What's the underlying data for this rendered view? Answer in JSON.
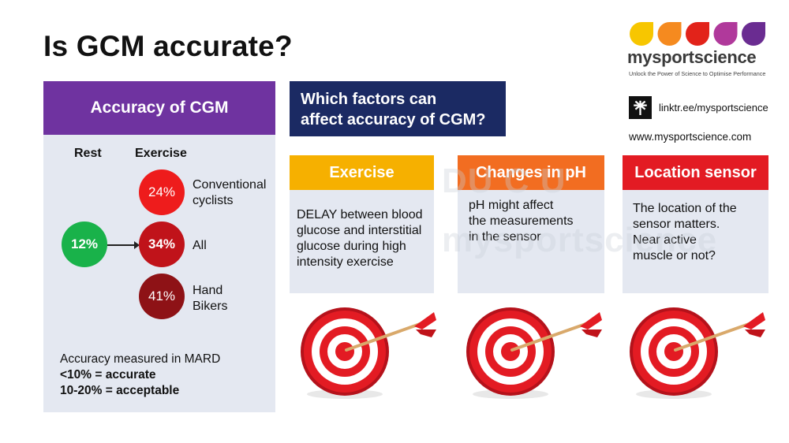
{
  "title": "Is GCM accurate?",
  "left_panel": {
    "header": "Accuracy of CGM",
    "col_rest": "Rest",
    "col_exercise": "Exercise",
    "rest_value": "12%",
    "groups": [
      {
        "value": "24%",
        "label_line1": "Conventional",
        "label_line2": "cyclists",
        "color": "#ee1c1c"
      },
      {
        "value": "34%",
        "label_line1": "All",
        "label_line2": "",
        "color": "#c0131a"
      },
      {
        "value": "41%",
        "label_line1": "Hand",
        "label_line2": "Bikers",
        "color": "#8e1216"
      }
    ],
    "rest_color": "#19b24a",
    "note_line1": "Accuracy measured in MARD",
    "note_line2": "<10% = accurate",
    "note_line3": "10-20% = acceptable"
  },
  "question": {
    "line1": "Which factors can",
    "line2": "affect accuracy of CGM?"
  },
  "factors": [
    {
      "title": "Exercise",
      "color": "#f6b000",
      "lines": [
        "DELAY between blood",
        "glucose and interstitial",
        "glucose during high",
        "intensity exercise"
      ]
    },
    {
      "title": "Changes in pH",
      "color": "#f26d21",
      "lines": [
        "pH might affect",
        "the measurements",
        "in the sensor"
      ]
    },
    {
      "title": "Location sensor",
      "color": "#e31b23",
      "lines": [
        "The location of the",
        "sensor matters.",
        "Near active",
        "muscle or not?"
      ]
    }
  ],
  "watermark": {
    "line1": "DU C U",
    "line2": "mysportscience"
  },
  "brand": {
    "name": "mysportscience",
    "tagline": "Unlock the Power of Science to Optimise Performance",
    "linktree": "linktr.ee/mysportscience",
    "website": "www.mysportscience.com",
    "drop_colors": [
      "#f7c600",
      "#f58a1f",
      "#e2231a",
      "#b0399b",
      "#6a2c91"
    ]
  }
}
